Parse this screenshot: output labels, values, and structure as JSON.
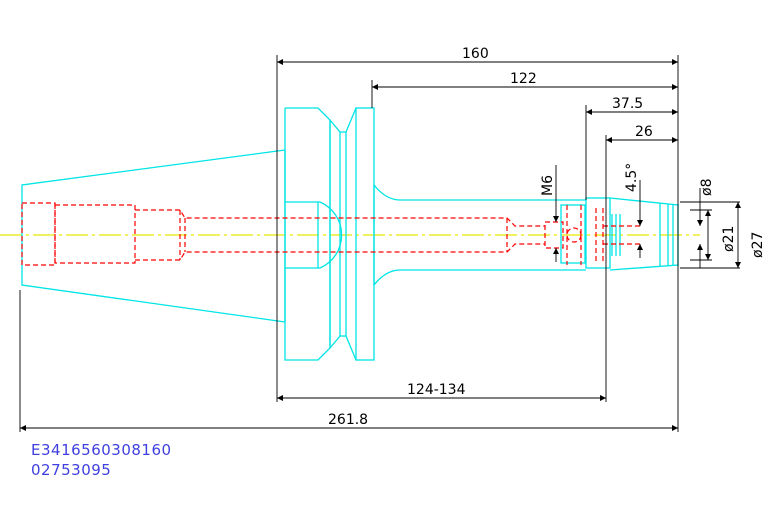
{
  "drawing": {
    "dimensions": {
      "total_tool_length": "160",
      "shank_length": "122",
      "nut_length": "37.5",
      "collet_length": "26",
      "angle": "4.5°",
      "clamp_thread": "M6",
      "bore_diameter": "ø8",
      "inner_diameter": "ø21",
      "outer_diameter": "ø27",
      "adjust_range": "124-134",
      "overall_length": "261.8"
    },
    "caption": {
      "code": "E3416560308160",
      "number": "02753095"
    },
    "colors": {
      "body": "#00e5e5",
      "hidden": "#ff0000",
      "centerline": "#e8e800",
      "dimension": "#000000",
      "caption": "#3f3fe0"
    }
  }
}
